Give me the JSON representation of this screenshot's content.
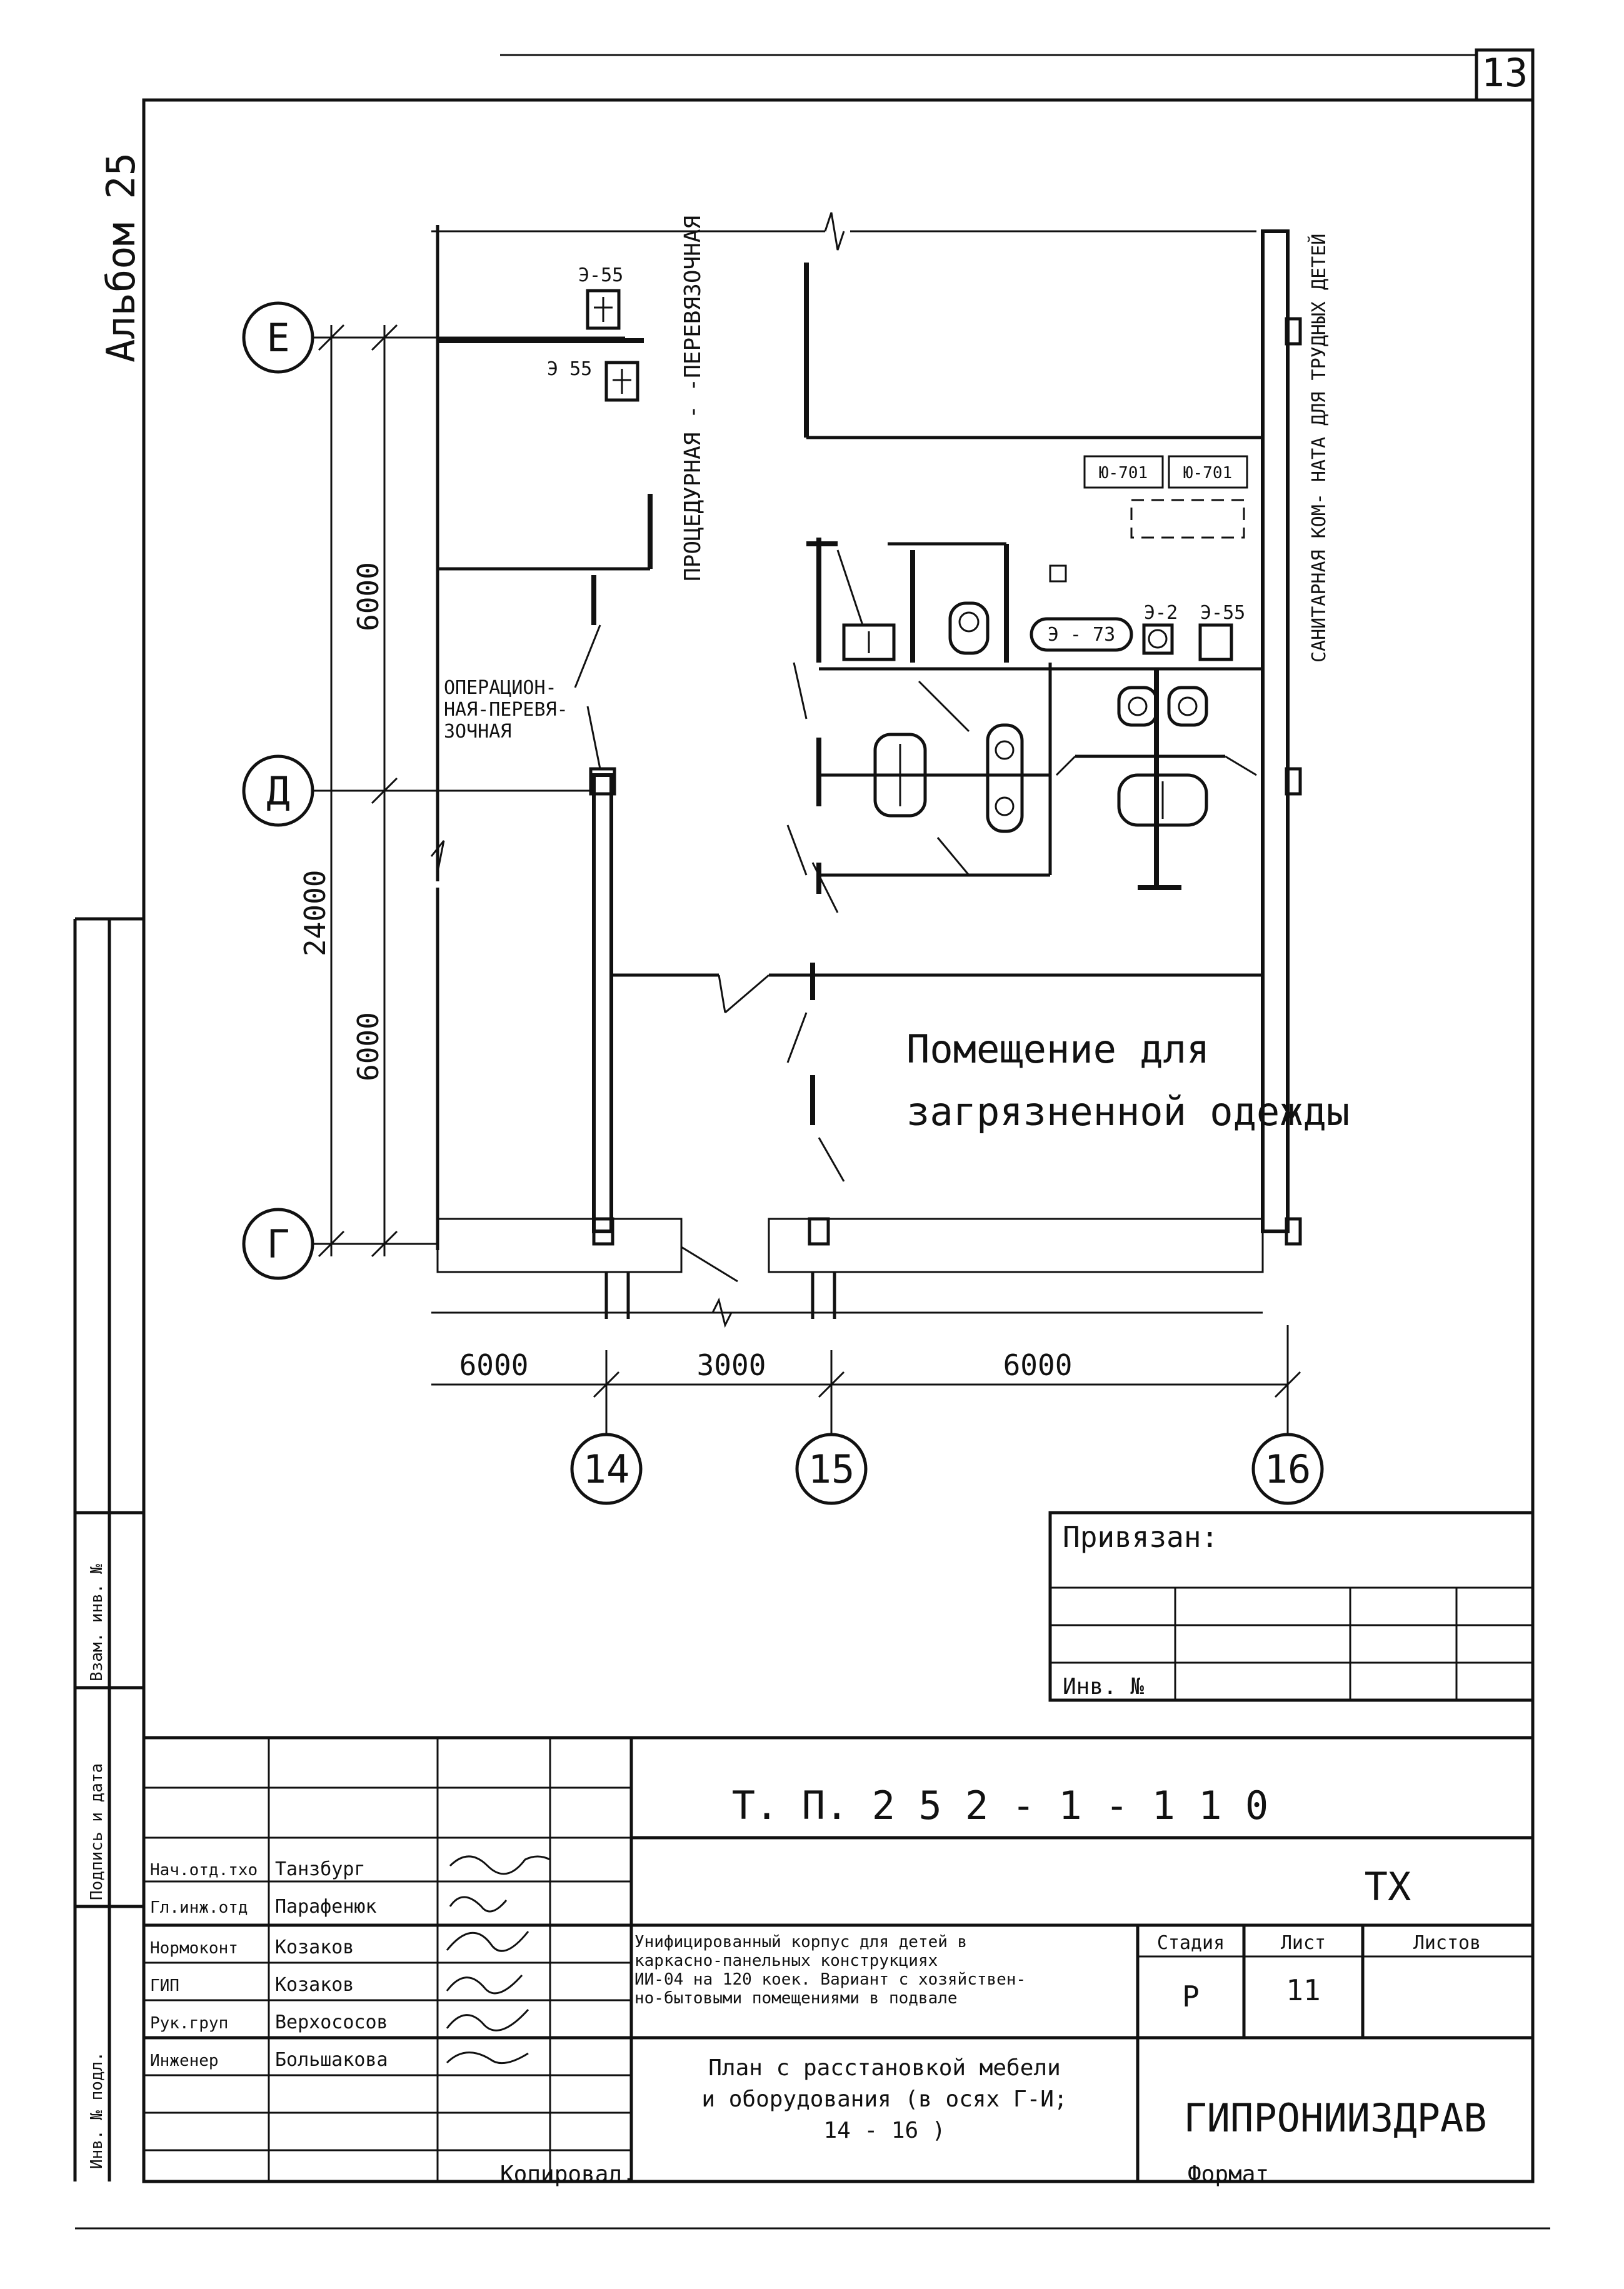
{
  "sheet_number": "13",
  "album": "Альбом 25",
  "axes": {
    "rows": [
      "Е",
      "Д",
      "Г"
    ],
    "columns": [
      "14",
      "15",
      "16"
    ]
  },
  "dimensions": {
    "vertical_1": "6000",
    "vertical_2": "6000",
    "vertical_total": "24000",
    "horizontal": [
      "6000",
      "3000",
      "6000"
    ]
  },
  "rooms": {
    "procedure": "ПРОЦЕДУРНАЯ - -ПЕРЕВЯЗОЧНАЯ",
    "operating": [
      "ОПЕРАЦИОН-",
      "НАЯ-ПЕРЕВЯ-",
      "ЗОЧНАЯ"
    ],
    "sanitary": "САНИТАРНАЯ КОМ- НАТА ДЛЯ ТРУДНЫХ ДЕТЕЙ",
    "soiled_clothes": [
      "Помещение для",
      "загрязненной одежды"
    ]
  },
  "equipment": {
    "e55_top": "Э-55",
    "e55_mid": "Э 55",
    "yu701_a": "Ю-701",
    "yu701_b": "Ю-701",
    "e73": "Э - 73",
    "e2": "Э-2",
    "e55_right": "Э-55"
  },
  "stamp": {
    "privyazan": "Привязан:",
    "inv_no": "Инв. №",
    "code": "Т. П.   2 5 2 - 1 - 1 1 0",
    "tx": "ТХ",
    "project_title": [
      "Унифицированный корпус для детей в",
      "каркасно-панельных конструкциях",
      "ИИ-04 на 120 коек. Вариант с хозяйствен-",
      "но-бытовыми помещениями в подвале"
    ],
    "sheet_title": [
      "План с расстановкой мебели",
      "и оборудования (в осях Г-И;",
      "14 - 16 )"
    ],
    "stage_label": "Стадия",
    "sheet_label": "Лист",
    "sheets_label": "Листов",
    "stage": "Р",
    "sheet": "11",
    "org": "ГИПРОНИИЗДРАВ",
    "copied": "Копировал.",
    "format": "Формат",
    "staff": [
      {
        "role": "Нач.отд.тхо",
        "name": "Танзбург"
      },
      {
        "role": "Гл.инж.отд",
        "name": "Парафенюк"
      },
      {
        "role": "Нормоконт",
        "name": "Козаков"
      },
      {
        "role": "ГИП",
        "name": "Козаков"
      },
      {
        "role": "Рук.груп",
        "name": "Верхососов"
      },
      {
        "role": "Инженер",
        "name": "Большакова"
      }
    ],
    "side_labels": [
      "Взам. инв. №",
      "Подпись и дата",
      "Инв. № подл."
    ]
  }
}
